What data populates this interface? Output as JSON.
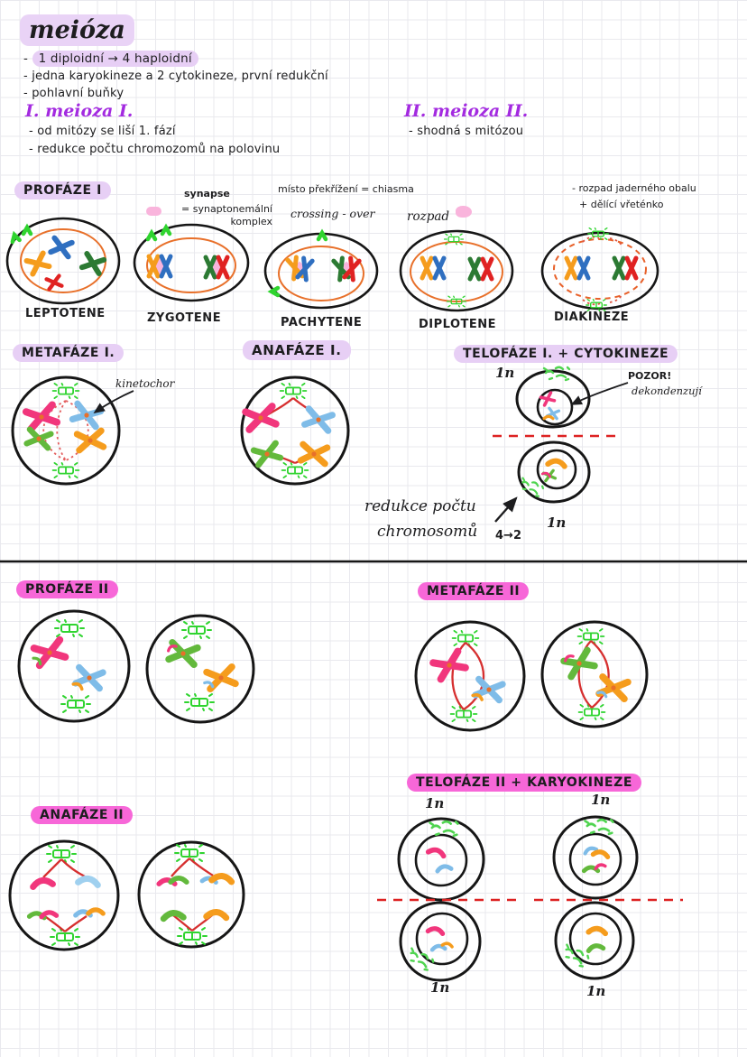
{
  "palette": {
    "ink": "#1d1d1f",
    "highlight_light_purple": "#e7cff5",
    "highlight_hot_pink": "#f767d8",
    "heading_purple": "#a32ae0",
    "nuclear_envelope_orange": "#e8702a",
    "spindle_red": "#d62f2f",
    "dashed_line_red": "#dd2222",
    "centrosome_green": "#2fd42f",
    "chromatin_green": "#4fd44f",
    "chromosome_pink": "#f1367c",
    "chromosome_blue_dark": "#2f6fc0",
    "chromosome_blue_light": "#7fbce8",
    "chromosome_green_dark": "#2c7a33",
    "chromosome_green_light": "#63b93c",
    "chromosome_red": "#e02222",
    "chromosome_orange": "#f59c1d",
    "synaptonemal_pink": "#f9b4dc"
  },
  "header": {
    "title": "meióza",
    "bullet1_dash": "-",
    "bullet1": "1 diploidní → 4 haploidní",
    "bullet2": "- jedna karyokineze a 2 cytokineze, první redukční",
    "bullet3": "- pohlavní buňky",
    "meiosis1": {
      "heading": "I. meioza I.",
      "bullet1": "- od mitózy se liší 1. fází",
      "bullet2": "- redukce počtu chromozomů na polovinu"
    },
    "meiosis2": {
      "heading": "II. meioza II.",
      "bullet1": "- shodná s mitózou"
    }
  },
  "prophase1": {
    "heading": "PROFÁZE I",
    "stages": [
      {
        "label": "LEPTOTENE"
      },
      {
        "label": "ZYGOTENE"
      },
      {
        "label": "PACHYTENE"
      },
      {
        "label": "DIPLOTENE"
      },
      {
        "label": "DIAKINEZE"
      }
    ],
    "annotations": {
      "synapse": "synapse",
      "synaptonemal": "= synaptonemální komplex",
      "chiasma": "místo překřížení = chiasma",
      "crossing_over": "crossing - over",
      "rozpad": "rozpad",
      "diakineze_note_1": "- rozpad jaderného obalu",
      "diakineze_note_2": "+ dělící vřeténko"
    }
  },
  "metaphase1": {
    "heading": "METAFÁZE I.",
    "kinetochor_label": "kinetochor"
  },
  "anaphase1": {
    "heading": "ANAFÁZE I."
  },
  "telophase1": {
    "heading": "TELOFÁZE I. + CYTOKINEZE",
    "pozor_line1": "POZOR!",
    "pozor_line2": "dekondenzují",
    "n_top": "1n",
    "n_bottom": "1n",
    "reduction_line1": "redukce počtu",
    "reduction_line2": "chromosomů",
    "reduction_note": "4→2"
  },
  "prophase2": {
    "heading": "PROFÁZE II"
  },
  "metaphase2": {
    "heading": "METAFÁZE II"
  },
  "anaphase2": {
    "heading": "ANAFÁZE II"
  },
  "telophase2": {
    "heading": "TELOFÁZE II + KARYOKINEZE",
    "n_labels": [
      "1n",
      "1n",
      "1n",
      "1n"
    ]
  }
}
